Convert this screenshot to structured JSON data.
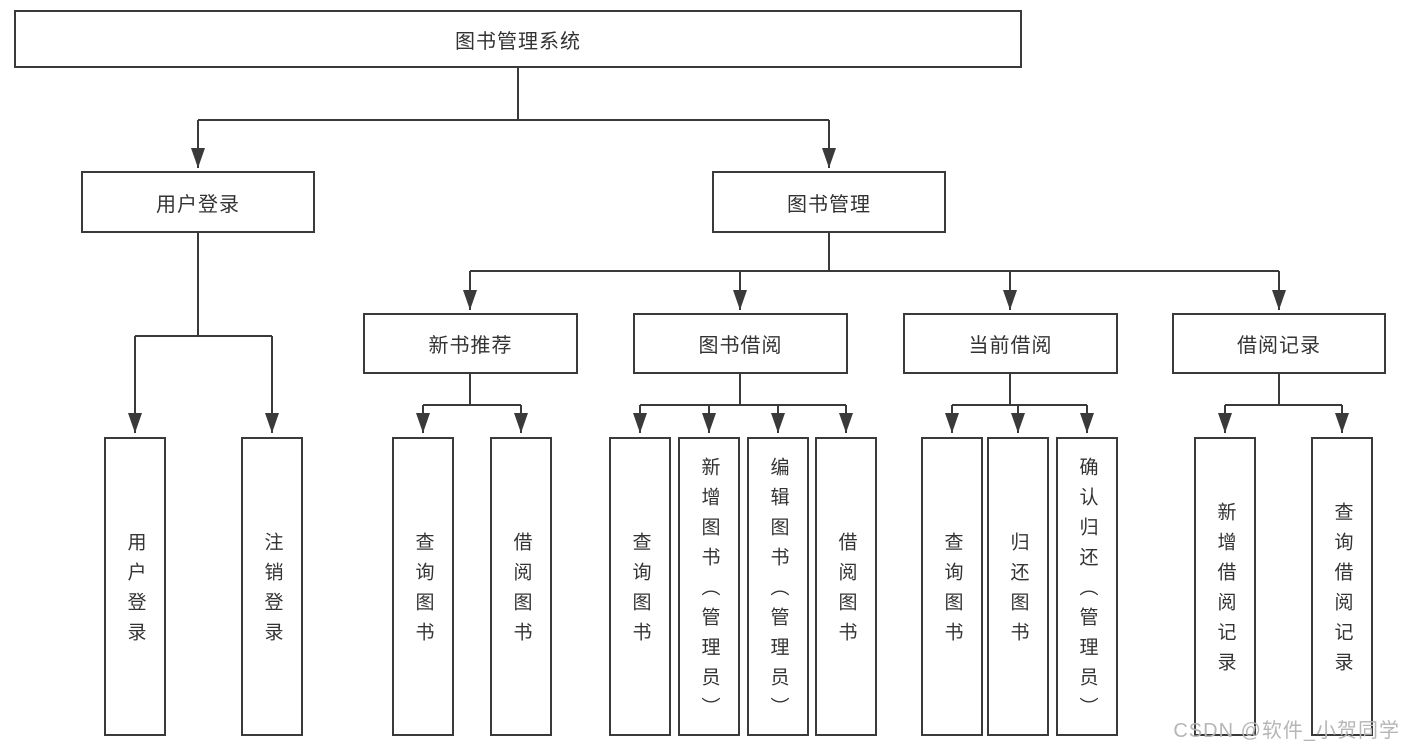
{
  "diagram": {
    "root": {
      "label": "图书管理系统"
    },
    "level1": [
      {
        "label": "用户登录"
      },
      {
        "label": "图书管理"
      }
    ],
    "level2": [
      {
        "label": "新书推荐",
        "parent": "图书管理"
      },
      {
        "label": "图书借阅",
        "parent": "图书管理"
      },
      {
        "label": "当前借阅",
        "parent": "图书管理"
      },
      {
        "label": "借阅记录",
        "parent": "图书管理"
      }
    ],
    "leaves": [
      {
        "label": "用户登录",
        "parent": "用户登录"
      },
      {
        "label": "注销登录",
        "parent": "用户登录"
      },
      {
        "label": "查询图书",
        "parent": "新书推荐"
      },
      {
        "label": "借阅图书",
        "parent": "新书推荐"
      },
      {
        "label": "查询图书",
        "parent": "图书借阅"
      },
      {
        "label": "新增图书（管理员）",
        "parent": "图书借阅"
      },
      {
        "label": "编辑图书（管理员）",
        "parent": "图书借阅"
      },
      {
        "label": "借阅图书",
        "parent": "图书借阅"
      },
      {
        "label": "查询图书",
        "parent": "当前借阅"
      },
      {
        "label": "归还图书",
        "parent": "当前借阅"
      },
      {
        "label": "确认归还（管理员）",
        "parent": "当前借阅"
      },
      {
        "label": "新增借阅记录",
        "parent": "借阅记录"
      },
      {
        "label": "查询借阅记录",
        "parent": "借阅记录"
      }
    ]
  },
  "watermark": "CSDN @软件_小贺同学",
  "colors": {
    "line": "#3a3a3a",
    "box_border": "#3a3a3a",
    "text": "#333333",
    "watermark": "#b6b6b6",
    "background": "#ffffff"
  }
}
